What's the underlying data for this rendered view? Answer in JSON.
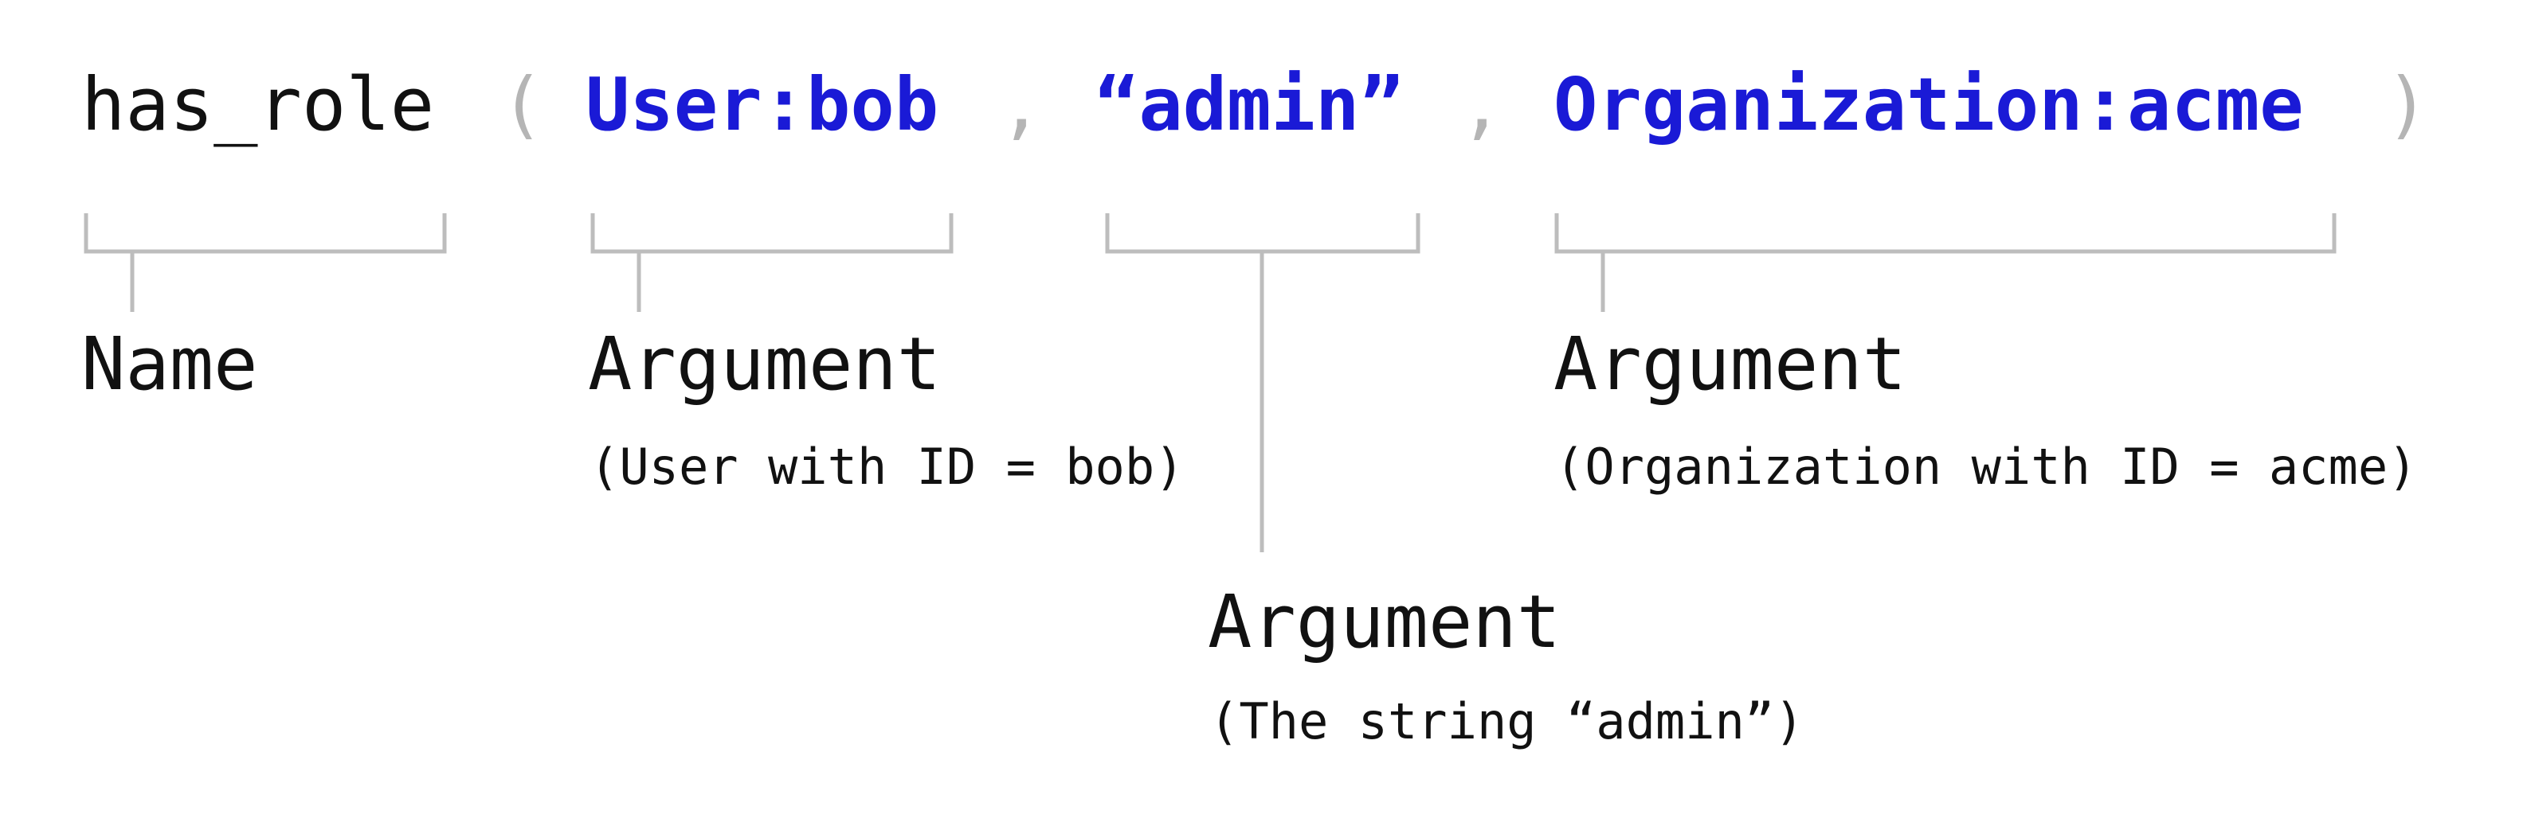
{
  "code": {
    "name": "has_role",
    "open_paren": "(",
    "arg1": "User:bob",
    "comma1": ",",
    "arg2": "“admin”",
    "comma2": ",",
    "arg3": "Organization:acme",
    "close_paren": ")"
  },
  "annotations": {
    "name": {
      "label": "Name"
    },
    "arg1": {
      "label": "Argument",
      "note": "(User with ID = bob)"
    },
    "arg2": {
      "label": "Argument",
      "note": "(The string “admin”)"
    },
    "arg3": {
      "label": "Argument",
      "note": "(Organization with ID = acme)"
    }
  },
  "colors": {
    "name": "#111111",
    "argument": "#1a1ad6",
    "punctuation": "#b5b5b5",
    "bracket": "#bdbdbd"
  }
}
